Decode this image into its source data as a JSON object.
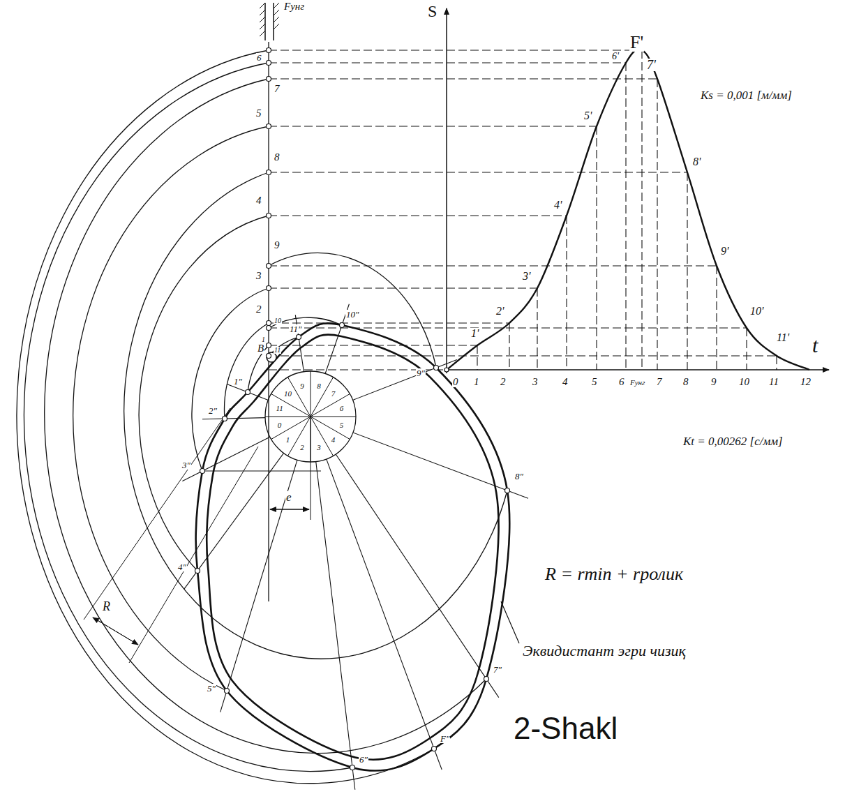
{
  "diagram": {
    "caption": "2-Shakl",
    "labels": [
      "Fунг",
      "S",
      "F'",
      "6'",
      "7'",
      "Ks = 0,001 [м/мм]",
      "5'",
      "8'",
      "4'",
      "9'",
      "3'",
      "10'",
      "2'",
      "11'",
      "1'",
      "t",
      "0",
      "1",
      "2",
      "3",
      "4",
      "5",
      "6",
      "Fунг",
      "7",
      "8",
      "9",
      "10",
      "11",
      "12",
      "Kt = 0,00262 [с/мм]",
      "6",
      "7",
      "5",
      "8",
      "4",
      "9",
      "3",
      "2",
      "1",
      "10",
      "11",
      "B",
      "e",
      "R",
      "R = rmin + rролик",
      "Эквидистант эгри чизиқ",
      "1″",
      "2″",
      "3″",
      "4″",
      "5″",
      "6″",
      "F″",
      "7″",
      "8″",
      "9″",
      "10″",
      "11″",
      "0",
      "1",
      "2",
      "3",
      "4",
      "5",
      "6",
      "7",
      "8",
      "9",
      "10",
      "11"
    ]
  }
}
